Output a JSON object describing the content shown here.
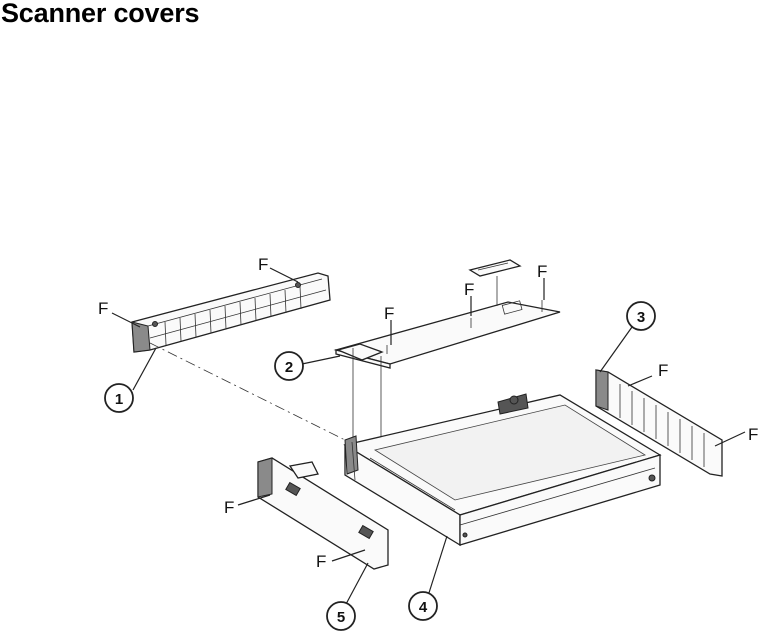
{
  "title": "Scanner covers",
  "fastener_label": "F",
  "callouts": [
    "1",
    "2",
    "3",
    "4",
    "5"
  ]
}
